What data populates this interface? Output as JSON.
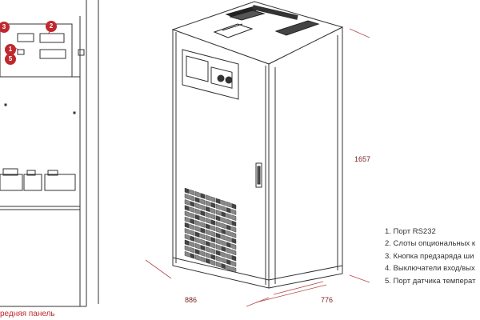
{
  "dimensions": {
    "height": "1657",
    "width": "886",
    "depth": "776"
  },
  "legend": [
    "1. Порт RS232",
    "2. Слоты опциональных к",
    "3. Кнопка предзаряда ши",
    "4. Выключатели вход/вых",
    "5. Порт датчика температ"
  ],
  "front_panel_caption": "редняя панель",
  "callouts": [
    "3",
    "2",
    "1",
    "5"
  ],
  "colors": {
    "accent": "#c0282d",
    "dimension_text": "#7a1e1e",
    "line": "#333333"
  }
}
